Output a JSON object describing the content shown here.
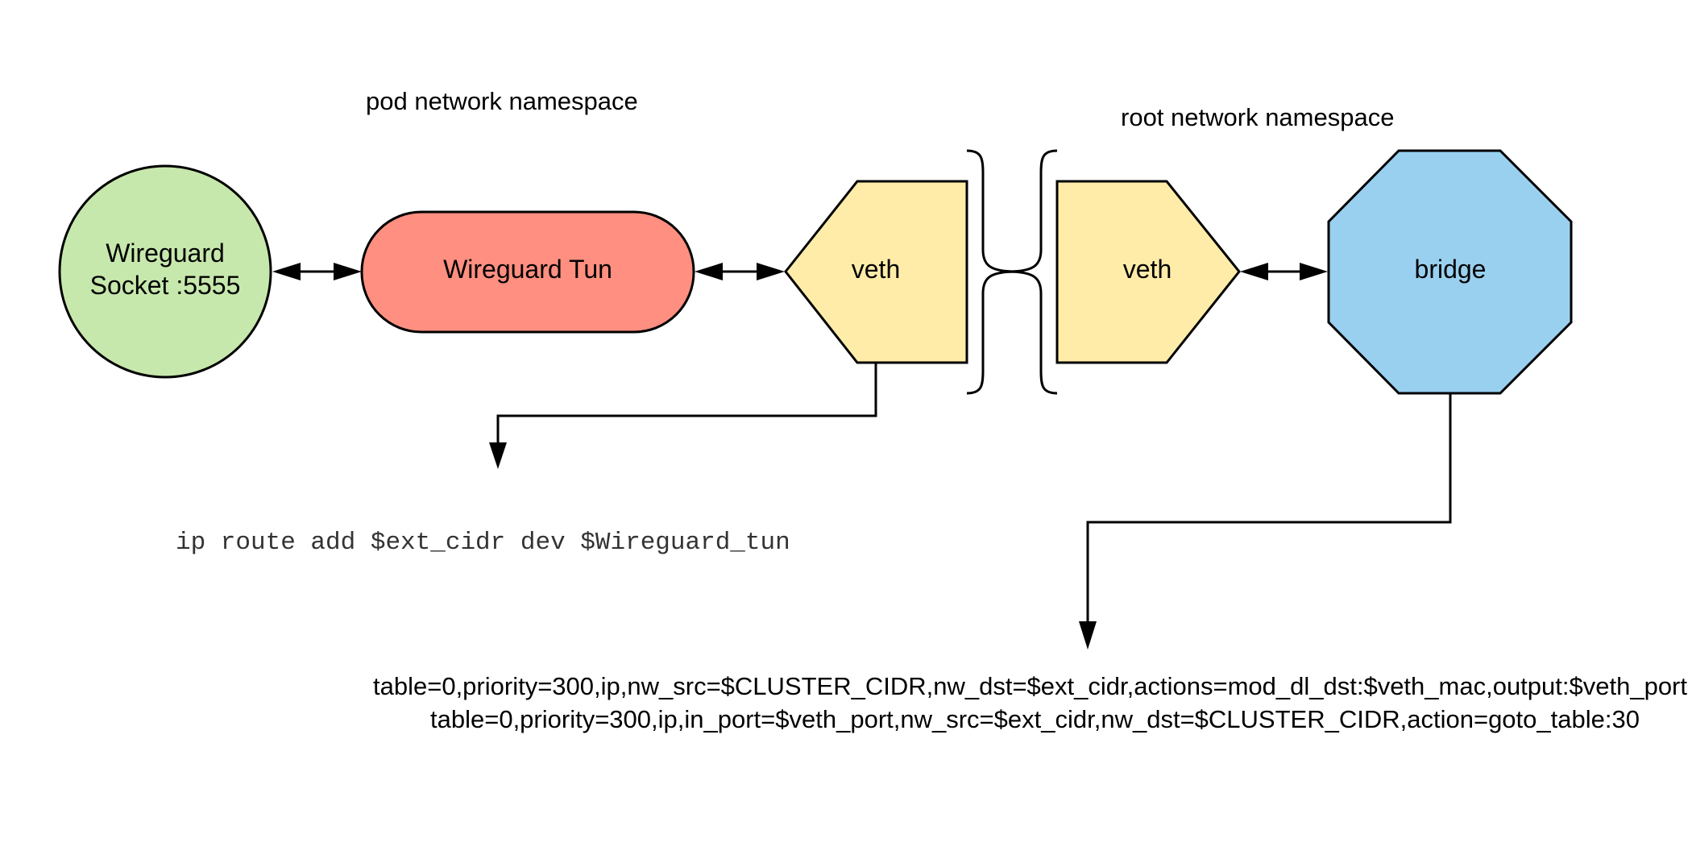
{
  "labels": {
    "pod_namespace": "pod network namespace",
    "root_namespace": "root network namespace"
  },
  "nodes": {
    "wireguard_socket": {
      "line1": "Wireguard",
      "line2": "Socket :5555"
    },
    "wireguard_tun": "Wireguard Tun",
    "veth_pod": "veth",
    "veth_root": "veth",
    "bridge": "bridge"
  },
  "commands": {
    "ip_route": "ip route add $ext_cidr dev $Wireguard_tun",
    "flow_rule_1": "table=0,priority=300,ip,nw_src=$CLUSTER_CIDR,nw_dst=$ext_cidr,actions=mod_dl_dst:$veth_mac,output:$veth_port",
    "flow_rule_2": "table=0,priority=300,ip,in_port=$veth_port,nw_src=$ext_cidr,nw_dst=$CLUSTER_CIDR,action=goto_table:30"
  },
  "colors": {
    "socket_fill": "#c7e8ac",
    "tun_fill": "#ff8f80",
    "veth_fill": "#ffeca9",
    "bridge_fill": "#99d0f0",
    "stroke": "#000000"
  }
}
